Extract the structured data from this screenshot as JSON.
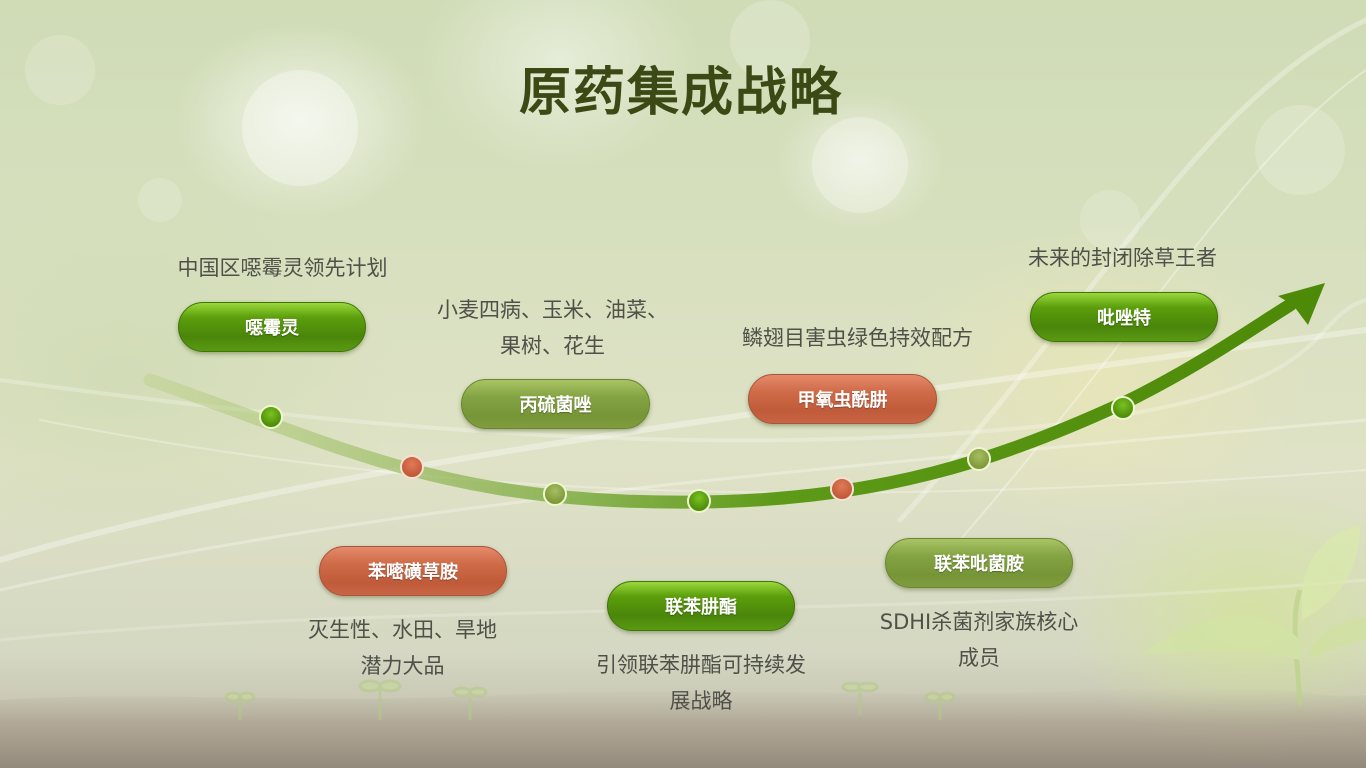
{
  "title": "原药集成战略",
  "colors": {
    "title": "#3b4a14",
    "arrow": "#5a9a10",
    "pill_bright": "#5c9e0c",
    "pill_olive": "#84a343",
    "pill_rust": "#cf6b48",
    "desc_text": "#4f5149"
  },
  "milestones": [
    {
      "name": "噁霉灵",
      "style": "bright",
      "description": [
        "中国区噁霉灵领先计划"
      ],
      "position": "above"
    },
    {
      "name": "苯嘧磺草胺",
      "style": "rust",
      "description": [
        "灭生性、水田、旱地",
        "潜力大品"
      ],
      "position": "below"
    },
    {
      "name": "丙硫菌唑",
      "style": "olive",
      "description": [
        "小麦四病、玉米、油菜、",
        "果树、花生"
      ],
      "position": "above"
    },
    {
      "name": "联苯肼酯",
      "style": "bright",
      "description": [
        "引领联苯肼酯可持续发",
        "展战略"
      ],
      "position": "below"
    },
    {
      "name": "甲氧虫酰肼",
      "style": "rust",
      "description": [
        "鳞翅目害虫绿色持效配方"
      ],
      "position": "above"
    },
    {
      "name": "联苯吡菌胺",
      "style": "olive",
      "description": [
        "SDHI杀菌剂家族核心",
        "成员"
      ],
      "position": "below"
    },
    {
      "name": "吡唑特",
      "style": "bright",
      "description": [
        "未来的封闭除草王者"
      ],
      "position": "above"
    }
  ],
  "icons": {
    "arrow": "growth-arrow-icon",
    "node": "timeline-node-icon",
    "seedling": "seedling-icon"
  }
}
